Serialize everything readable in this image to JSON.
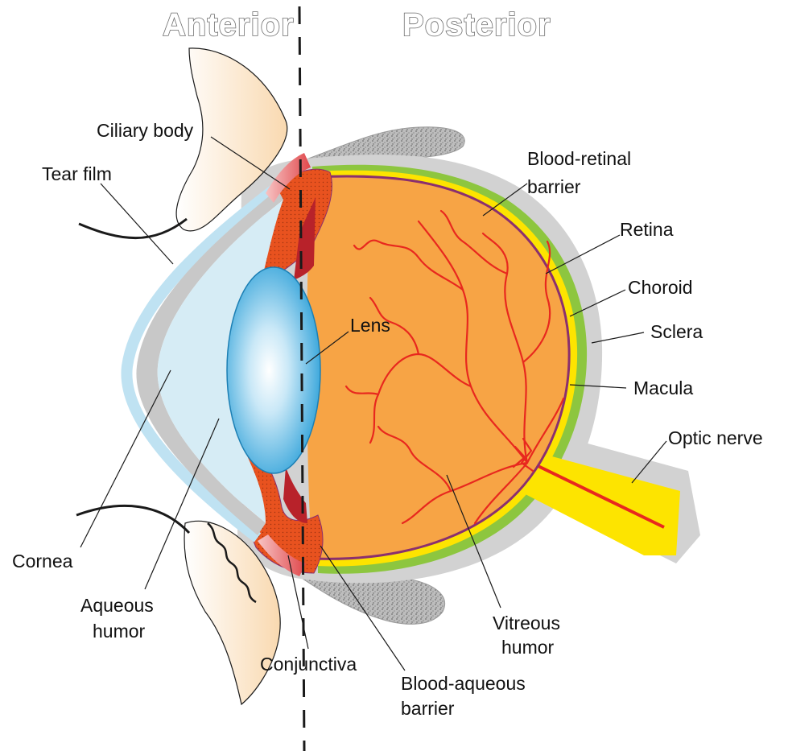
{
  "headers": {
    "anterior": "Anterior",
    "posterior": "Posterior"
  },
  "labels": {
    "ciliary_body": "Ciliary body",
    "tear_film": "Tear film",
    "blood_retinal_1": "Blood-retinal",
    "blood_retinal_2": "barrier",
    "retina": "Retina",
    "choroid": "Choroid",
    "sclera": "Sclera",
    "lens": "Lens",
    "macula": "Macula",
    "optic_nerve": "Optic nerve",
    "cornea": "Cornea",
    "aqueous_1": "Aqueous",
    "aqueous_2": "humor",
    "vitreous_1": "Vitreous",
    "vitreous_2": "humor",
    "conjunctiva": "Conjunctiva",
    "blood_aqueous_1": "Blood-aqueous",
    "blood_aqueous_2": "barrier"
  },
  "colors": {
    "vitreous": "#f7a445",
    "retina": "#fde400",
    "choroid": "#8dc63f",
    "sclera": "#d2d2d2",
    "ciliary": "#e8521f",
    "lens": "#2a9fd8",
    "aqueous": "#d6ecf5",
    "vessels": "#e8281e",
    "barrier_line": "#8b2f6e"
  }
}
